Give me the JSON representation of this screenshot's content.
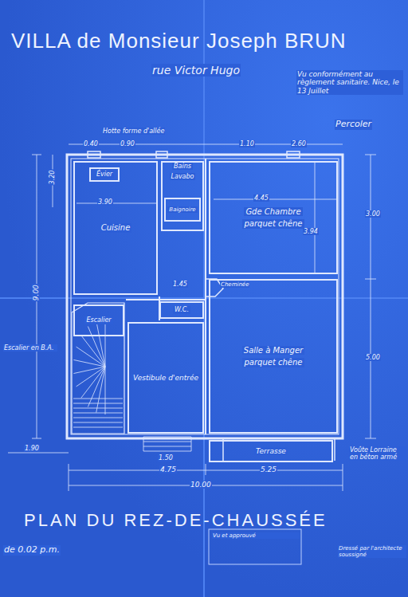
{
  "diagram": {
    "title": "VILLA de Monsieur Joseph BRUN",
    "caption": "PLAN DU REZ-DE-CHAUSSÉE",
    "nodes": [
      {
        "text": [
          "Cuisine"
        ]
      },
      {
        "text": [
          "Évier"
        ],
        "in": 0
      },
      {
        "text": [
          "Bains",
          "Lavabo"
        ]
      },
      {
        "text": [
          "Baignoire"
        ],
        "in": 2
      },
      {
        "text": [
          "Gde Chambre",
          "parquet chêne"
        ]
      },
      {
        "text": [
          "W.C."
        ]
      },
      {
        "text": [
          "Vestibule d'entrée"
        ]
      },
      {
        "text": [
          "Salle à Manger",
          "parquet chêne"
        ]
      },
      {
        "text": [
          "Escalier"
        ]
      },
      {
        "text": [
          "Terrasse"
        ]
      }
    ],
    "labels": [
      "rue Victor Hugo",
      "Vu conformément au règlement sanitaire. Nice, le 13 Juillet",
      "Percoler",
      "Hotte forme d'allée",
      "0.40",
      "0.90",
      "1.10",
      "2.60",
      "3.90",
      "4.45",
      "3.94",
      "3.00",
      "5.00",
      "9.00",
      "3.20",
      "Escalier en B.A.",
      "1.90",
      "1.45",
      "1.50",
      "4.75",
      "5.25",
      "10.00",
      "Voûte Lorraine en béton armé",
      "de 0.02 p.m.",
      "Vu et approuvé",
      "Dressé par l'architecte soussigné",
      "Cheminée"
    ]
  }
}
